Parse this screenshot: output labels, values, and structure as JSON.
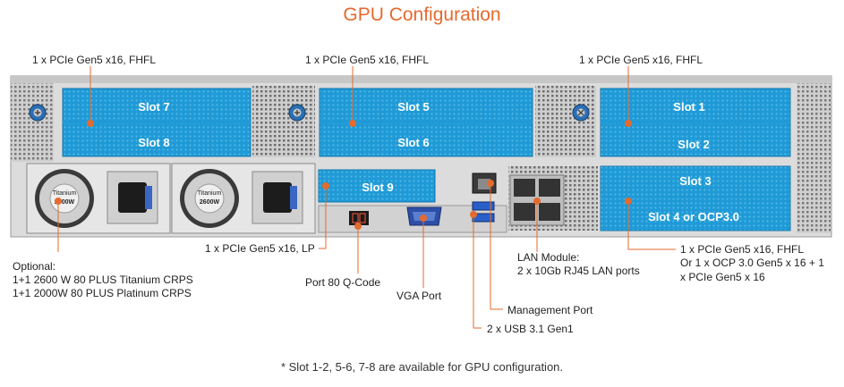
{
  "title": "GPU Configuration",
  "colors": {
    "accent": "#e46a2e",
    "slot_blue": "#1f9ad6",
    "chassis_gray": "#d9d9d9"
  },
  "slots": {
    "s7": "Slot 7",
    "s8": "Slot 8",
    "s5": "Slot 5",
    "s6": "Slot 6",
    "s1": "Slot 1",
    "s2": "Slot 2",
    "s3": "Slot 3",
    "s4": "Slot 4 or OCP3.0",
    "s9": "Slot 9"
  },
  "psu": {
    "brand": "Titanium",
    "wattage": "2600W"
  },
  "labels": {
    "top_left": "1 x PCIe Gen5 x16, FHFL",
    "top_center": "1 x PCIe Gen5 x16, FHFL",
    "top_right": "1 x PCIe Gen5 x16, FHFL",
    "lp": "1 x PCIe Gen5 x16, LP",
    "psu_optional": "Optional:",
    "psu_line1": "1+1 2600 W 80 PLUS Titanium CRPS",
    "psu_line2": "1+1 2000W 80 PLUS Platinum CRPS",
    "port80": "Port 80 Q-Code",
    "vga": "VGA Port",
    "lan_line1": "LAN Module:",
    "lan_line2": "2 x 10Gb RJ45 LAN ports",
    "slot4_line1": "1 x PCIe Gen5 x16, FHFL",
    "slot4_line2": "Or 1 x OCP 3.0 Gen5 x 16 + 1",
    "slot4_line3": "x PCIe Gen5 x 16",
    "mgmt": "Management Port",
    "usb": "2 x USB 3.1 Gen1"
  },
  "footnote": "* Slot 1-2, 5-6, 7-8 are available for GPU configuration."
}
